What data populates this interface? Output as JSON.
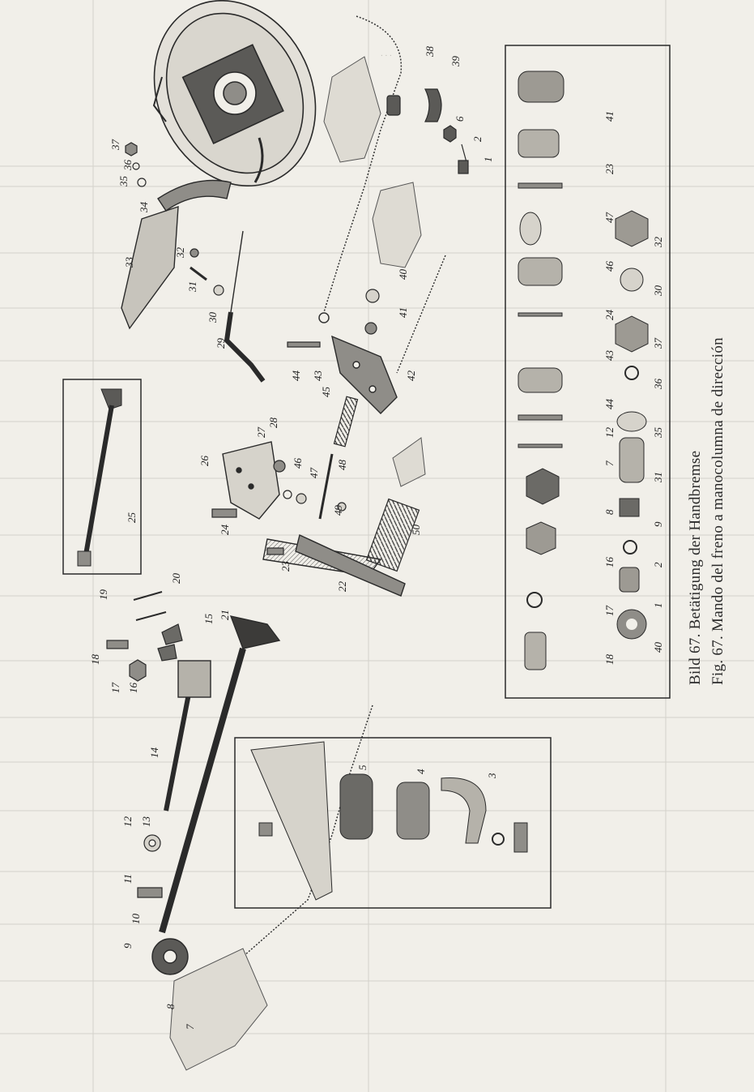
{
  "figure": {
    "caption_de": "Bild 67. Betätigung der Handbremse",
    "caption_es": "Fig. 67. Mando del freno a manocolumna de dirección"
  },
  "callouts": [
    "1",
    "2",
    "3",
    "4",
    "5",
    "6",
    "7",
    "8",
    "9",
    "10",
    "11",
    "12",
    "13",
    "14",
    "15",
    "16",
    "17",
    "18",
    "19",
    "20",
    "21",
    "22",
    "23",
    "24",
    "25",
    "26",
    "27",
    "28",
    "29",
    "30",
    "31",
    "32",
    "33",
    "34",
    "35",
    "36",
    "37",
    "38",
    "39",
    "40",
    "41",
    "42",
    "43",
    "44",
    "45",
    "46",
    "47",
    "48",
    "49",
    "50"
  ],
  "colors": {
    "paper": "#f1efe9",
    "ink": "#2a2a2a",
    "shade": "#8f8d88"
  }
}
